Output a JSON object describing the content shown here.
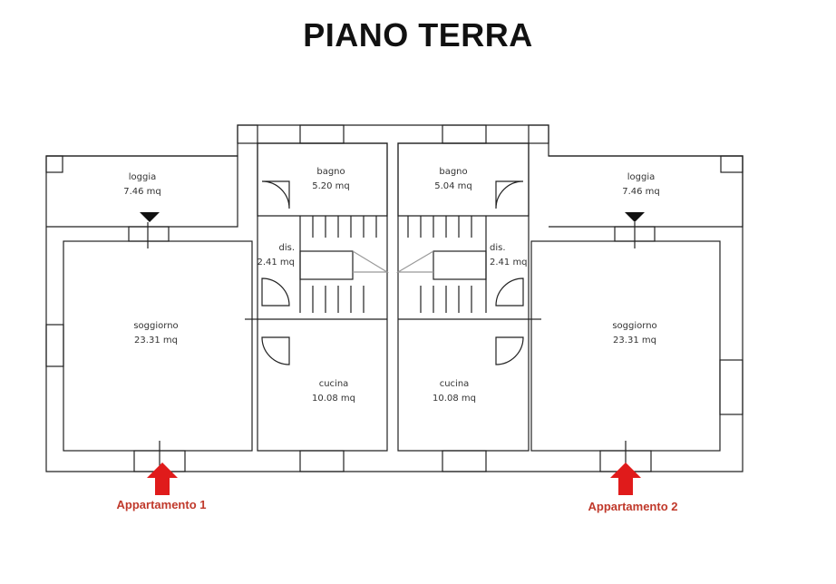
{
  "title": "PIANO TERRA",
  "rooms": {
    "loggia_left": {
      "name": "loggia",
      "area": "7.46 mq"
    },
    "bagno_left": {
      "name": "bagno",
      "area": "5.20 mq"
    },
    "bagno_right": {
      "name": "bagno",
      "area": "5.04 mq"
    },
    "loggia_right": {
      "name": "loggia",
      "area": "7.46 mq"
    },
    "dis_left": {
      "name": "dis.",
      "area": "2.41 mq"
    },
    "dis_right": {
      "name": "dis.",
      "area": "2.41 mq"
    },
    "soggiorno_left": {
      "name": "soggiorno",
      "area": "23.31 mq"
    },
    "soggiorno_right": {
      "name": "soggiorno",
      "area": "23.31 mq"
    },
    "cucina_left": {
      "name": "cucina",
      "area": "10.08 mq"
    },
    "cucina_right": {
      "name": "cucina",
      "area": "10.08 mq"
    }
  },
  "entrances": {
    "apt1": "Appartamento 1",
    "apt2": "Appartamento 2"
  },
  "colors": {
    "wall": "#222222",
    "arrow": "#e01b1b",
    "label": "#c0392b"
  }
}
